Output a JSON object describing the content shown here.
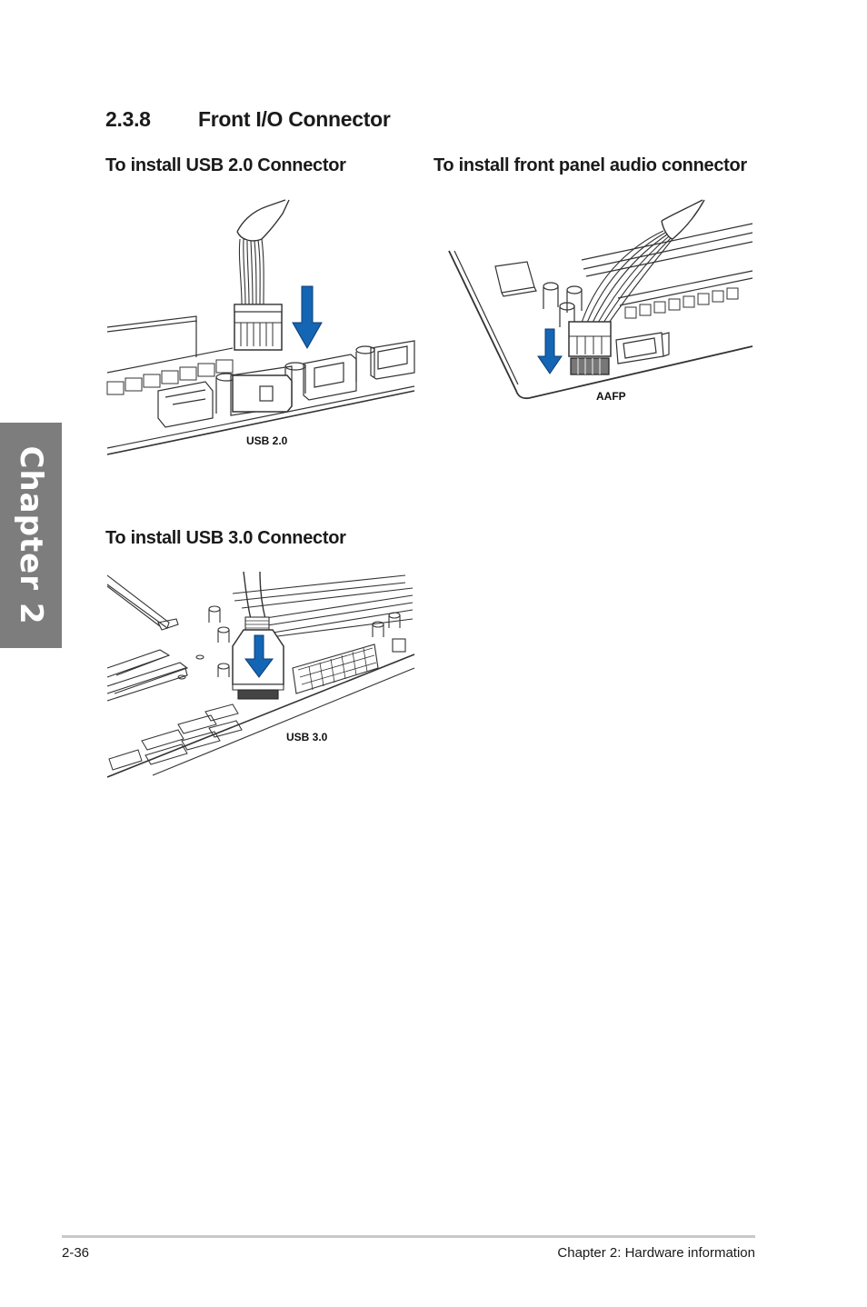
{
  "chapter_tab": {
    "label": "Chapter 2"
  },
  "section": {
    "number": "2.3.8",
    "title": "Front I/O Connector"
  },
  "usb20": {
    "heading": "To install USB 2.0 Connector",
    "label": "USB 2.0"
  },
  "audio": {
    "heading": "To install front panel audio connector",
    "label": "AAFP"
  },
  "usb30": {
    "heading": "To install USB 3.0 Connector",
    "label": "USB 3.0"
  },
  "footer": {
    "page_number": "2-36",
    "chapter": "Chapter 2: Hardware information"
  },
  "colors": {
    "arrow": "#1565b5",
    "tab": "#7d7d7d",
    "rule": "#c8c8c8"
  }
}
